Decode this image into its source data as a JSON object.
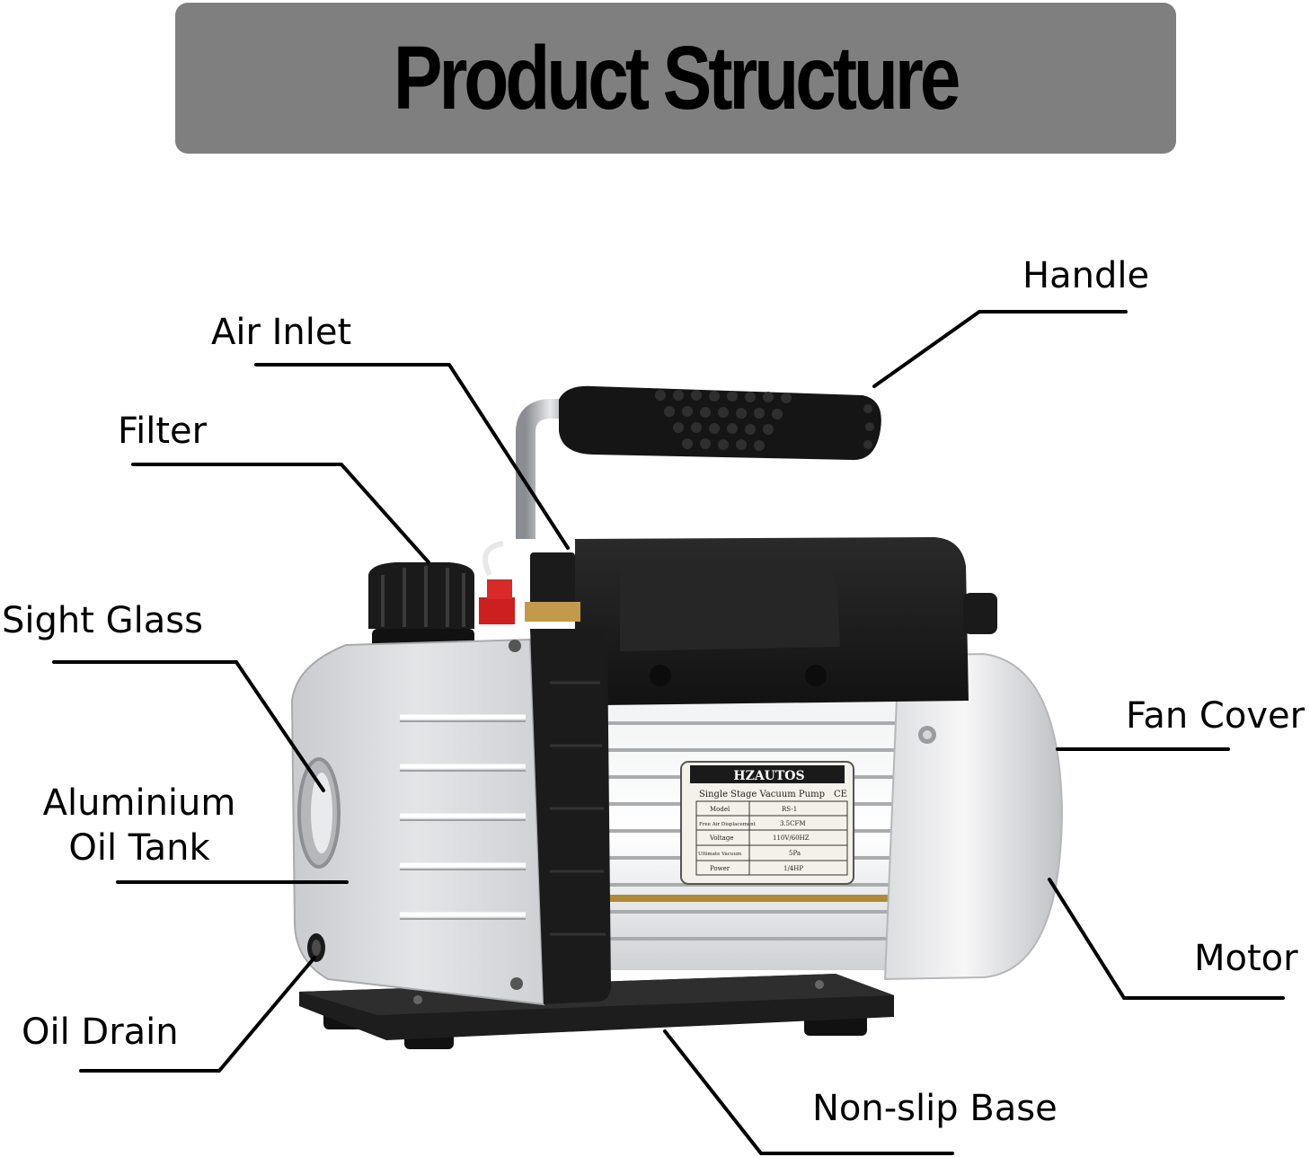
{
  "title": "Product Structure",
  "colors": {
    "banner": "#7f7f7f",
    "leader_line": "#000000",
    "pump_black": "#1c1c1c",
    "aluminium": "#d4d6d9",
    "motor_silver": "#e6e7e9"
  },
  "labels": {
    "handle": "Handle",
    "air_inlet": "Air Inlet",
    "filter": "Filter",
    "sight_glass": "Sight Glass",
    "aluminium_oil_tank_line1": "Aluminium",
    "aluminium_oil_tank_line2": "Oil Tank",
    "fan_cover": "Fan Cover",
    "motor": "Motor",
    "oil_drain": "Oil Drain",
    "non_slip_base": "Non-slip Base"
  },
  "nameplate": {
    "brand": "HZAUTOS",
    "subtitle": "Single Stage Vacuum Pump",
    "ce_mark": "CE",
    "rows": [
      {
        "key": "Model",
        "value": "RS-1"
      },
      {
        "key": "Free Air Displacement",
        "value": "3.5CFM"
      },
      {
        "key": "Voltage",
        "value": "110V/60HZ"
      },
      {
        "key": "Ultimate Vacuum",
        "value": "5Pa"
      },
      {
        "key": "Power",
        "value": "1/4HP"
      }
    ]
  }
}
